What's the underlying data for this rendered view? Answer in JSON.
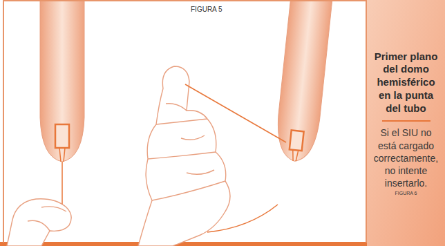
{
  "diagram": {
    "nodes": [
      {
        "text": [
          "FIGURA 5"
        ]
      },
      {
        "text": [
          "Primer plano del domo hemisférico en la punta del tubo",
          "Si el SIU no está cargado correctamente, no intente insertarlo.",
          "FIGURA 6"
        ]
      }
    ]
  }
}
